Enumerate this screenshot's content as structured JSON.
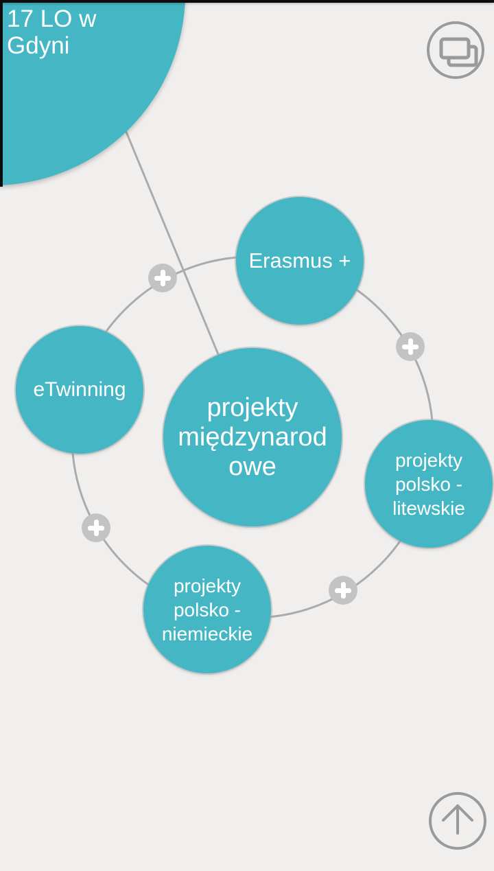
{
  "mindmap": {
    "root": {
      "label_lines": [
        "17 LO w",
        "Gdyni"
      ]
    },
    "center": {
      "label_lines": [
        "projekty",
        "międzynarod",
        "owe"
      ]
    },
    "satellites": [
      {
        "id": "erasmus",
        "label_lines": [
          "Erasmus +"
        ]
      },
      {
        "id": "etwinning",
        "label_lines": [
          "eTwinning"
        ]
      },
      {
        "id": "litewskie",
        "label_lines": [
          "projekty",
          "polsko -",
          "litewskie"
        ]
      },
      {
        "id": "niemieckie",
        "label_lines": [
          "projekty",
          "polsko -",
          "niemieckie"
        ]
      }
    ],
    "add_button_count": 4
  },
  "icons": {
    "overview": "slides-overview-icon",
    "scroll_top": "arrow-up-icon",
    "add": "plus-icon"
  },
  "colors": {
    "accent": "#45b6c4",
    "background": "#f0efee",
    "line": "#ababab",
    "plus-fill": "#c3c3c3",
    "icon-stroke": "#9a9a9a",
    "text": "#ffffff",
    "bar": "#0c0c0c"
  }
}
